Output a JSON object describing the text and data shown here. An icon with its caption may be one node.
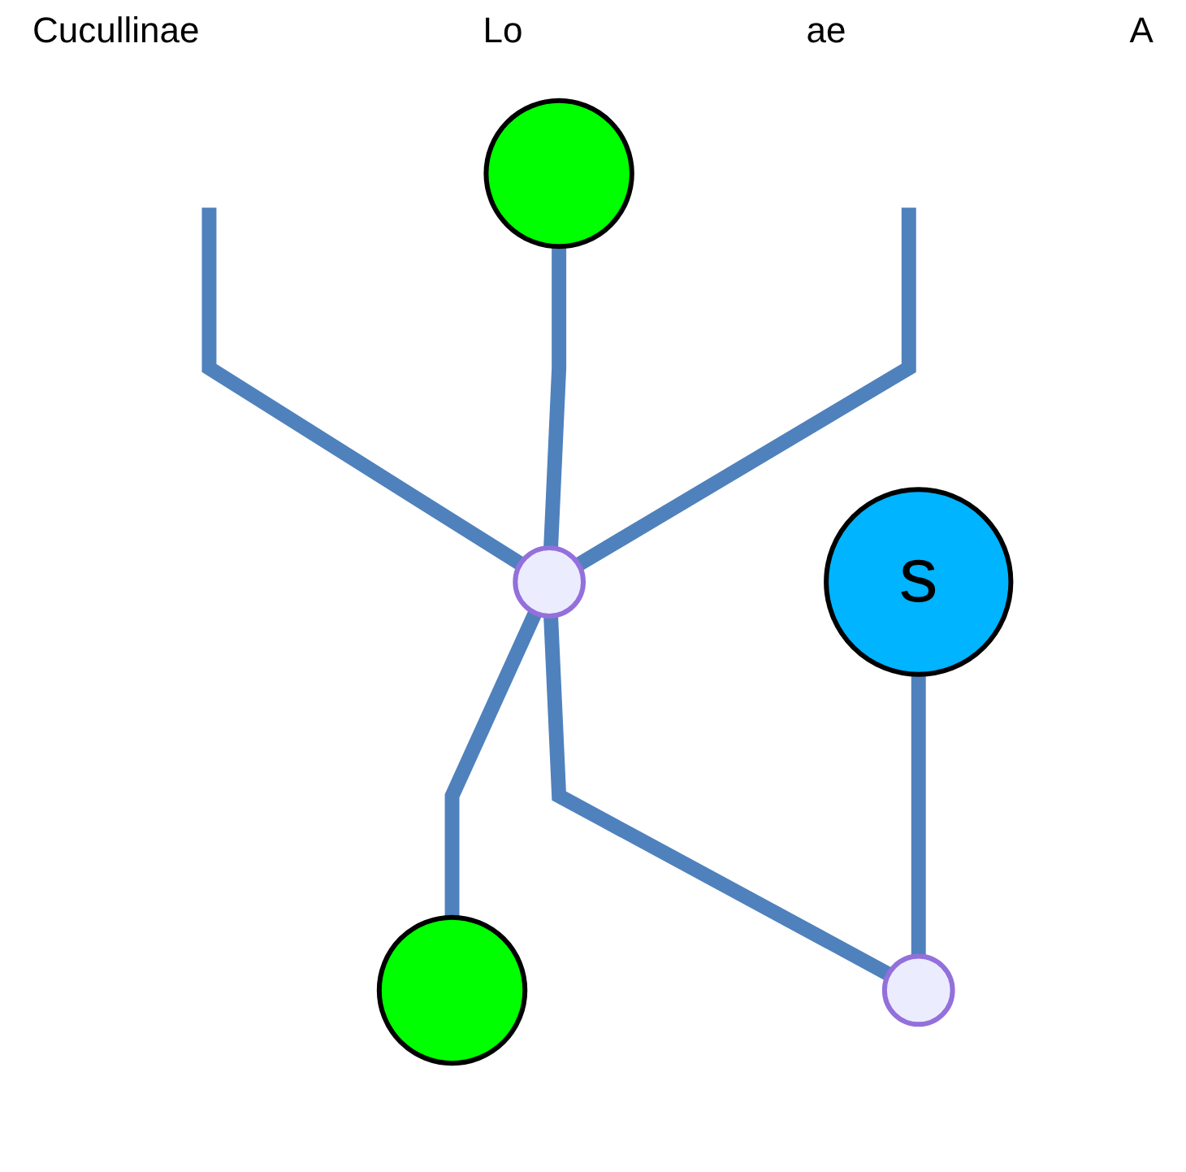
{
  "diagram": {
    "nodes": [
      {
        "text": [],
        "shape": "circle"
      },
      {
        "text": [
          "s"
        ]
      },
      {
        "text": [],
        "shape": "circle"
      },
      {
        "text": [],
        "shape": "point"
      },
      {
        "text": [],
        "shape": "point"
      }
    ],
    "edges": [
      {
        "from": null,
        "to": 3,
        "arrow": "none"
      },
      {
        "from": 0,
        "to": 3,
        "arrow": "none"
      },
      {
        "from": null,
        "to": 3,
        "arrow": "none"
      },
      {
        "from": 3,
        "to": 2,
        "arrow": "none"
      },
      {
        "from": 3,
        "to": 4,
        "arrow": "none"
      },
      {
        "from": 1,
        "to": 4,
        "arrow": "none"
      }
    ],
    "labels": [
      "Cucullinae",
      "Lo",
      "ae",
      "A"
    ]
  }
}
